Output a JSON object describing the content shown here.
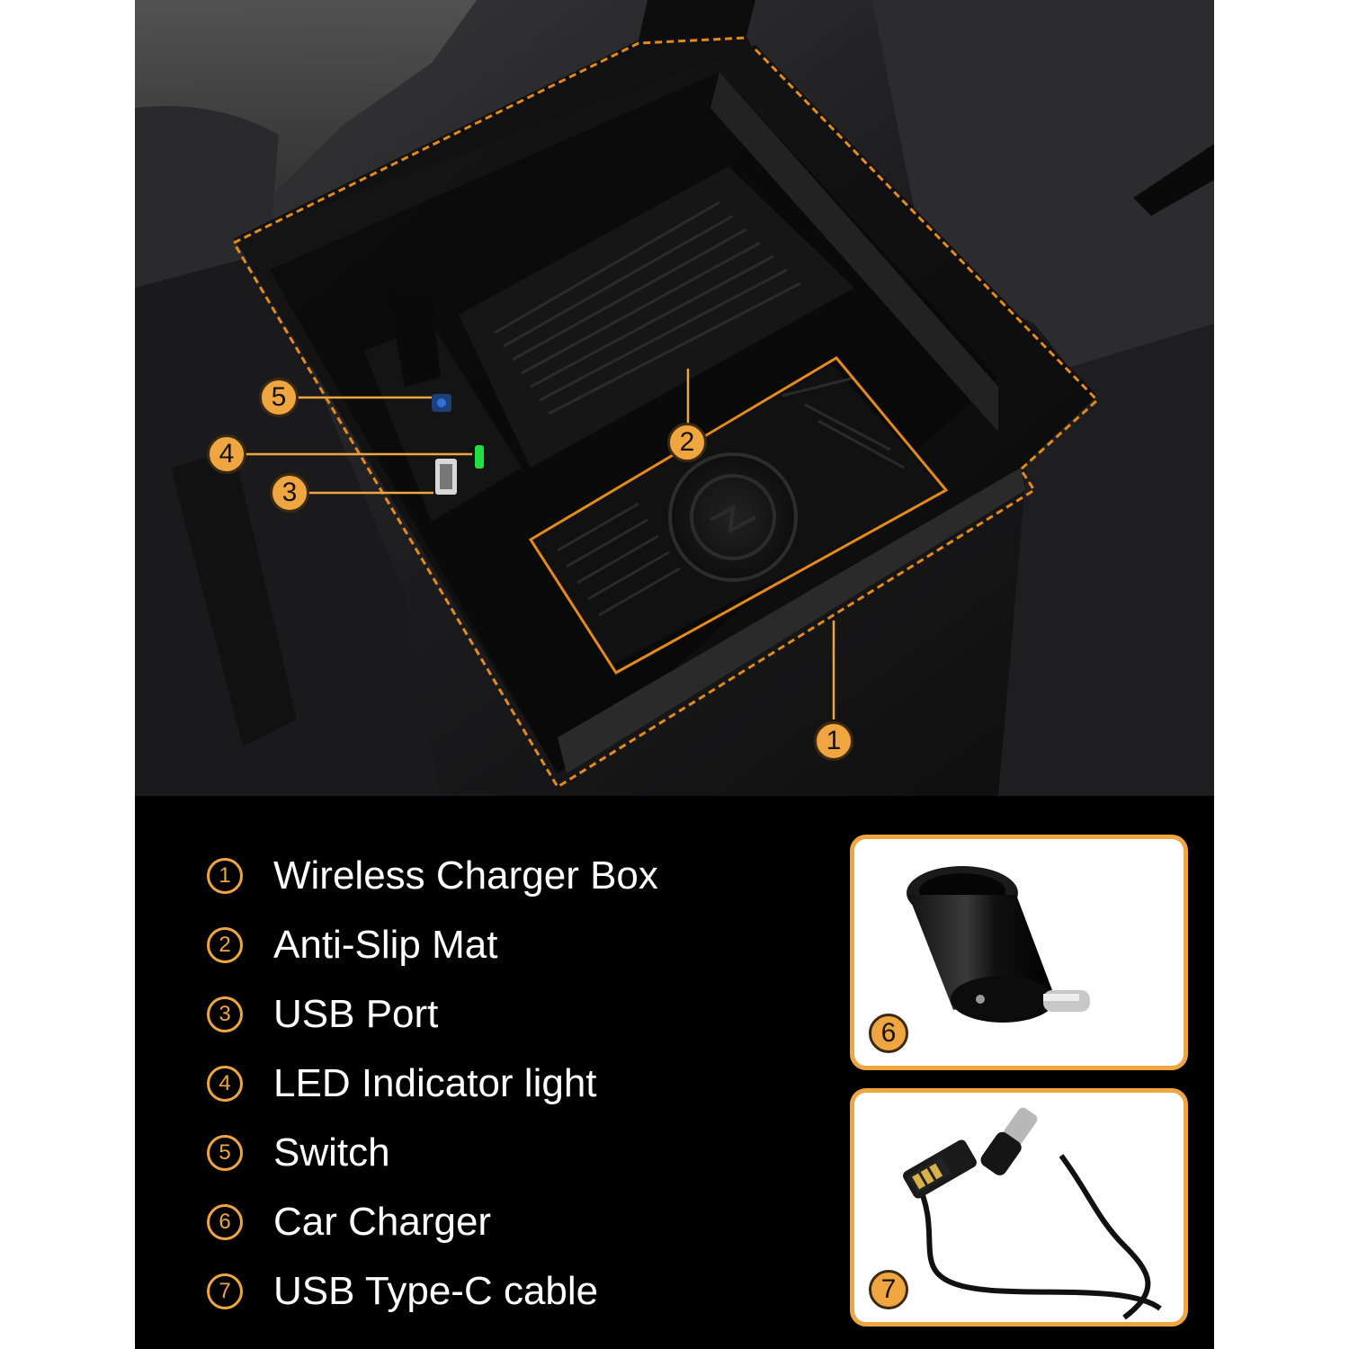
{
  "callouts": {
    "c1": "1",
    "c2": "2",
    "c3": "3",
    "c4": "4",
    "c5": "5"
  },
  "legend": [
    {
      "num": "1",
      "label": "Wireless Charger Box"
    },
    {
      "num": "2",
      "label": "Anti-Slip Mat"
    },
    {
      "num": "3",
      "label": "USB Port"
    },
    {
      "num": "4",
      "label": "LED Indicator light"
    },
    {
      "num": "5",
      "label": "Switch"
    },
    {
      "num": "6",
      "label": "Car Charger"
    },
    {
      "num": "7",
      "label": "USB Type-C cable"
    }
  ],
  "cards": {
    "car_charger_badge": "6",
    "cable_badge": "7"
  },
  "colors": {
    "accent": "#f0a640",
    "background": "#000000",
    "text": "#ffffff",
    "led": "#22dd44",
    "switch": "#2f6fd6"
  }
}
